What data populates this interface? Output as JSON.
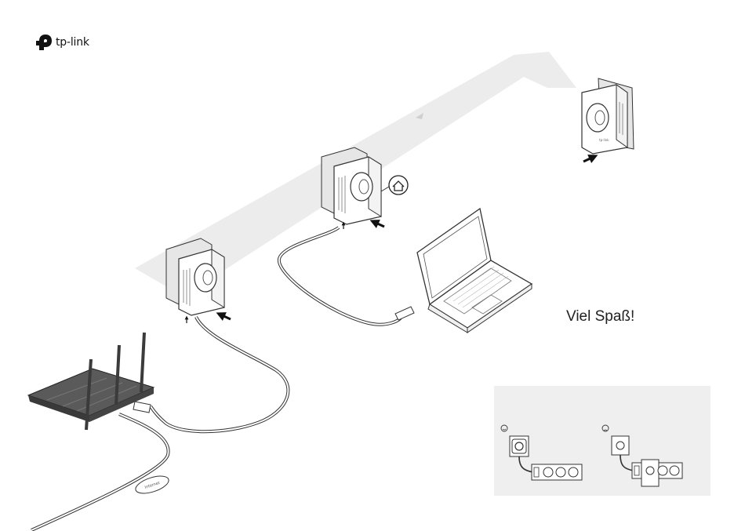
{
  "brand": {
    "logo_text": "tp-link",
    "lock_text": "tp-link"
  },
  "greeting": "Viel Spaß!",
  "labels": {
    "internet_tag": "Internet"
  },
  "colors": {
    "line": "#333333",
    "band": "#ebebeb",
    "device": "#ffffff",
    "cable": "#9a9a9a",
    "inset_bg": "#efefef"
  },
  "icons": {
    "good": "smiley-face-icon",
    "bad": "frown-face-icon",
    "pair": "house-icon",
    "press": "arrow-icon"
  }
}
